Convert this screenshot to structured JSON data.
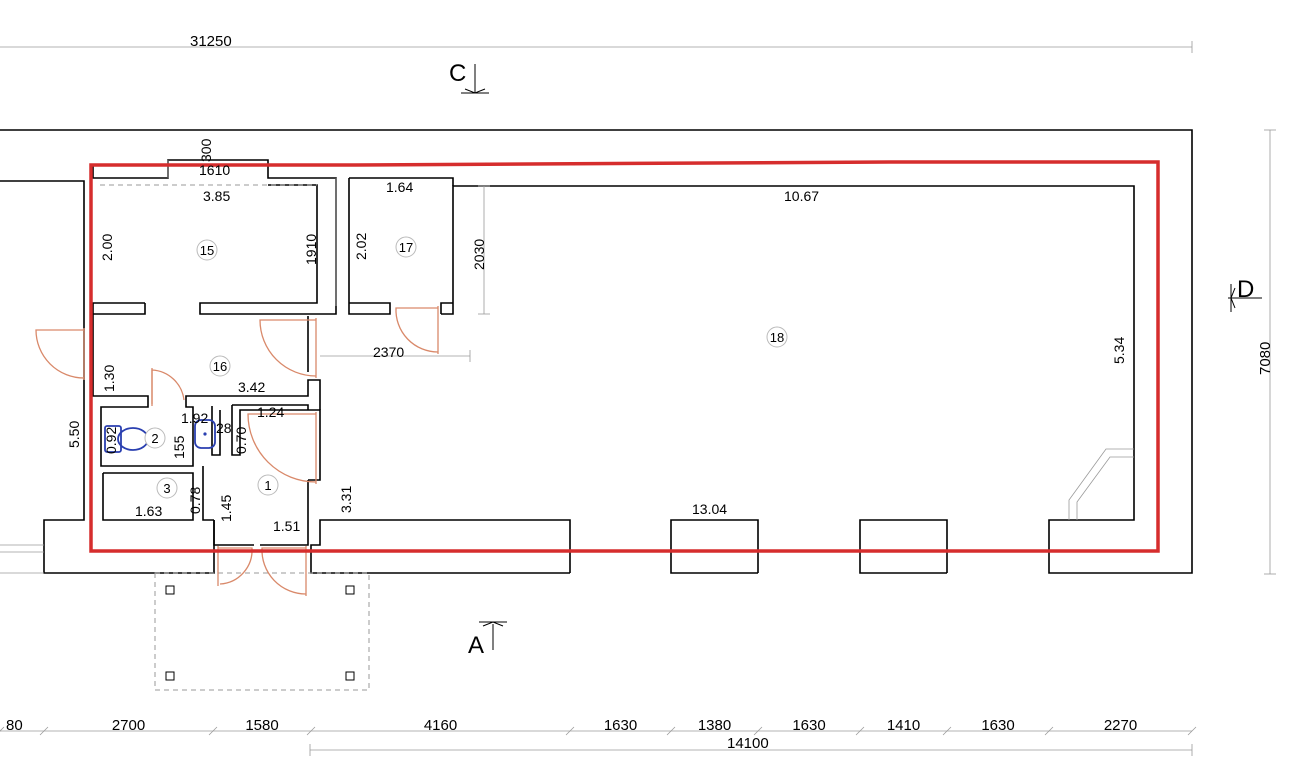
{
  "plan": {
    "top_overall": "31250",
    "bottom_overall": "14100",
    "right_overall": "7080",
    "bottom_segments": [
      "80",
      "2700",
      "1580",
      "4160",
      "1630",
      "1380",
      "1630",
      "1410",
      "1630",
      "2270"
    ],
    "section_c": "C",
    "section_d": "D",
    "section_a": "A",
    "rooms": [
      "15",
      "16",
      "17",
      "18",
      "1",
      "2",
      "3"
    ],
    "labels": {
      "d300": "300",
      "d1610": "1610",
      "r15_w": "3.85",
      "r15_h": "2.00",
      "d1910": "1910",
      "r17_w": "1.64",
      "r17_h": "2.02",
      "d2030": "2030",
      "r18_w": "10.67",
      "r18_h": "5.34",
      "d2370": "2370",
      "r16_h": "1.30",
      "r16_w": "3.42",
      "left_550": "5.50",
      "r2_v1": "0.92",
      "r2_w": "1.92",
      "r2_155": "155",
      "r2_28": "28",
      "r2_07": "0.70",
      "r1_w": "1.24",
      "r1_h": "1.45",
      "r1_b": "1.51",
      "r3_v": "0.78",
      "r3_w": "1.63",
      "r_331": "3.31",
      "bottom_1304": "13.04"
    },
    "colors": {
      "highlight": "#d62d2d",
      "door": "#d9896a",
      "fixture": "#2a3fb0"
    }
  }
}
